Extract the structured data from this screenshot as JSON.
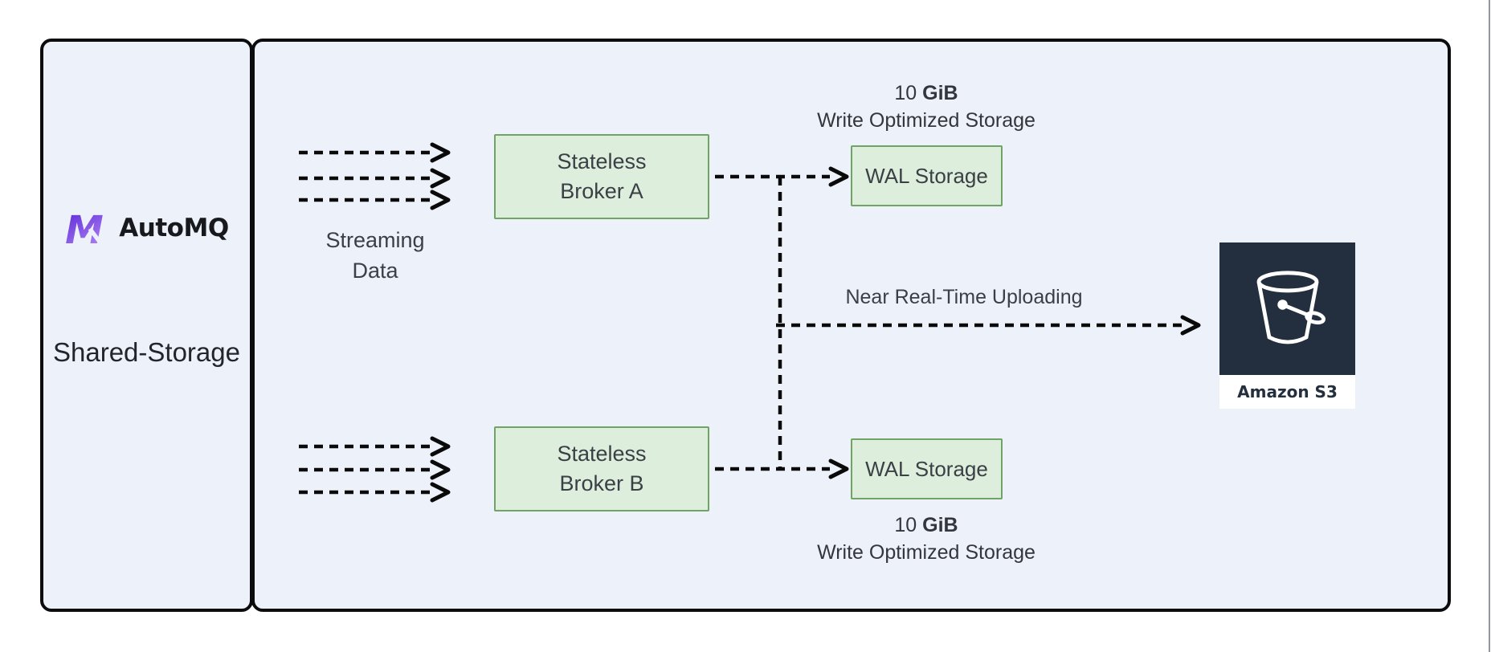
{
  "brand": {
    "logo_icon": "automq-m-logo",
    "name": "AutoMQ",
    "mode_label": "Shared-Storage"
  },
  "ingress": {
    "label_line1": "Streaming",
    "label_line2": "Data"
  },
  "brokers": [
    {
      "name_line1": "Stateless",
      "name_line2": "Broker A"
    },
    {
      "name_line1": "Stateless",
      "name_line2": "Broker B"
    }
  ],
  "wal_stores": [
    {
      "label": "WAL Storage",
      "capacity_value": "10",
      "capacity_unit": "GiB",
      "caption": "Write Optimized Storage"
    },
    {
      "label": "WAL Storage",
      "capacity_value": "10",
      "capacity_unit": "GiB",
      "caption": "Write Optimized Storage"
    }
  ],
  "upload": {
    "label": "Near Real-Time Uploading"
  },
  "object_storage": {
    "icon": "s3-bucket-icon",
    "label": "Amazon S3"
  },
  "colors": {
    "page_bg": "#ffffff",
    "panel_bg": "#edf1fa",
    "panel_border": "#0c0c0e",
    "broker_fill": "#ddeedd",
    "broker_border": "#71a364",
    "arrow": "#0a0a0a",
    "label_text": "#3a4046",
    "title_text": "#22262c",
    "s3_dark": "#232f3e",
    "logo_gradient_start": "#5b27d6",
    "logo_gradient_end": "#a97ef3"
  }
}
